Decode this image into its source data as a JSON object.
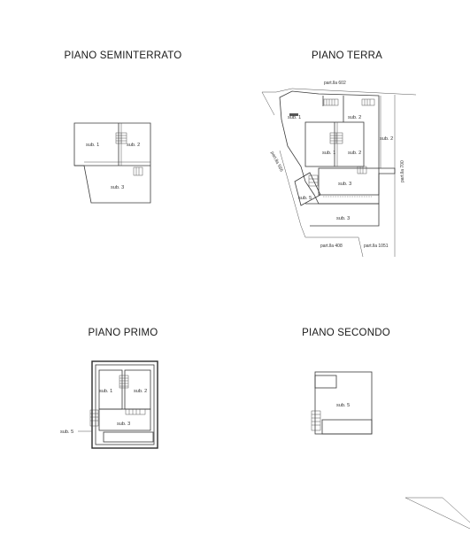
{
  "floors": {
    "seminterrato": {
      "title": "PIANO SEMINTERRATO",
      "units": {
        "sub1": "sub. 1",
        "sub2": "sub. 2",
        "sub3": "sub. 3"
      }
    },
    "terra": {
      "title": "PIANO TERRA",
      "units": {
        "sub1_left": "sub. 1",
        "sub1": "sub. 1",
        "sub2_top": "sub. 2",
        "sub2_right": "sub. 2",
        "sub2": "sub. 2",
        "sub3": "sub. 3",
        "sub3_bottom": "sub. 3",
        "sub5": "sub. 5"
      },
      "parcels": {
        "p602": "part.lla 602",
        "p700": "part.lla 700",
        "p566": "part.lla 566",
        "p408": "part.lla 408",
        "p1051": "part.lla 1051"
      }
    },
    "primo": {
      "title": "PIANO PRIMO",
      "units": {
        "sub1": "sub. 1",
        "sub2": "sub. 2",
        "sub3": "sub. 3",
        "sub5": "sub. 5"
      }
    },
    "secondo": {
      "title": "PIANO SECONDO",
      "units": {
        "sub5": "sub. 5"
      }
    }
  }
}
